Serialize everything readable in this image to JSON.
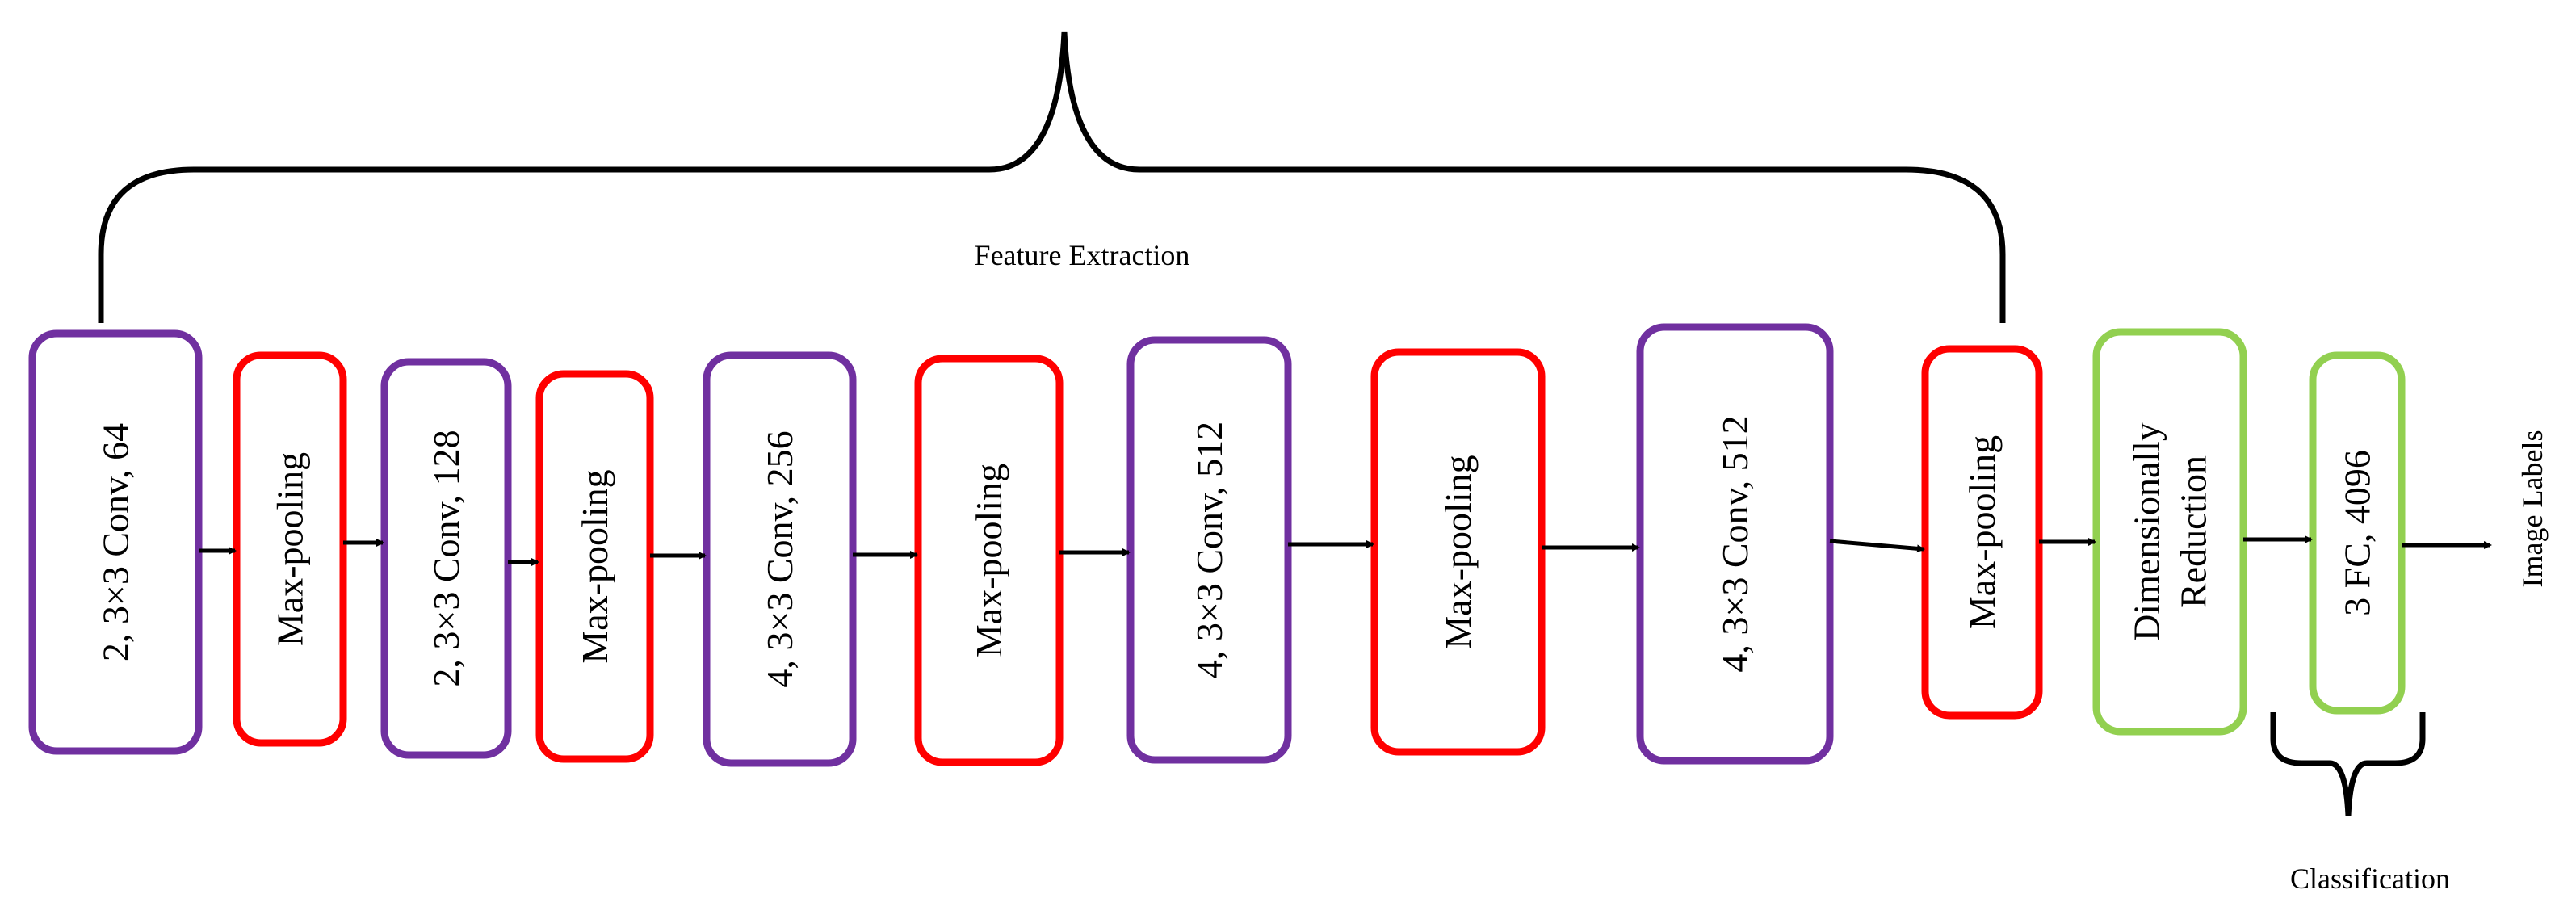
{
  "feature_label": "Feature Extraction",
  "classification_label": "Classification",
  "output_label": "Image Labels",
  "colors": {
    "conv": "#7030a0",
    "pool": "#ff0000",
    "dense": "#92d050",
    "ink": "#000000"
  },
  "blocks": [
    {
      "kind": "conv",
      "lines": [
        "2, 3×3 Conv, 64"
      ]
    },
    {
      "kind": "pool",
      "lines": [
        "Max-pooling"
      ]
    },
    {
      "kind": "conv",
      "lines": [
        "2, 3×3 Conv, 128"
      ]
    },
    {
      "kind": "pool",
      "lines": [
        "Max-pooling"
      ]
    },
    {
      "kind": "conv",
      "lines": [
        "4, 3×3 Conv, 256"
      ]
    },
    {
      "kind": "pool",
      "lines": [
        "Max-pooling"
      ]
    },
    {
      "kind": "conv",
      "lines": [
        "4, 3×3 Conv, 512"
      ]
    },
    {
      "kind": "pool",
      "lines": [
        "Max-pooling"
      ]
    },
    {
      "kind": "conv",
      "lines": [
        "4, 3×3 Conv, 512"
      ]
    },
    {
      "kind": "pool",
      "lines": [
        "Max-pooling"
      ]
    },
    {
      "kind": "dense",
      "lines": [
        "Dimensionally",
        "Reduction"
      ]
    },
    {
      "kind": "dense",
      "lines": [
        "3 FC, 4096"
      ]
    }
  ]
}
